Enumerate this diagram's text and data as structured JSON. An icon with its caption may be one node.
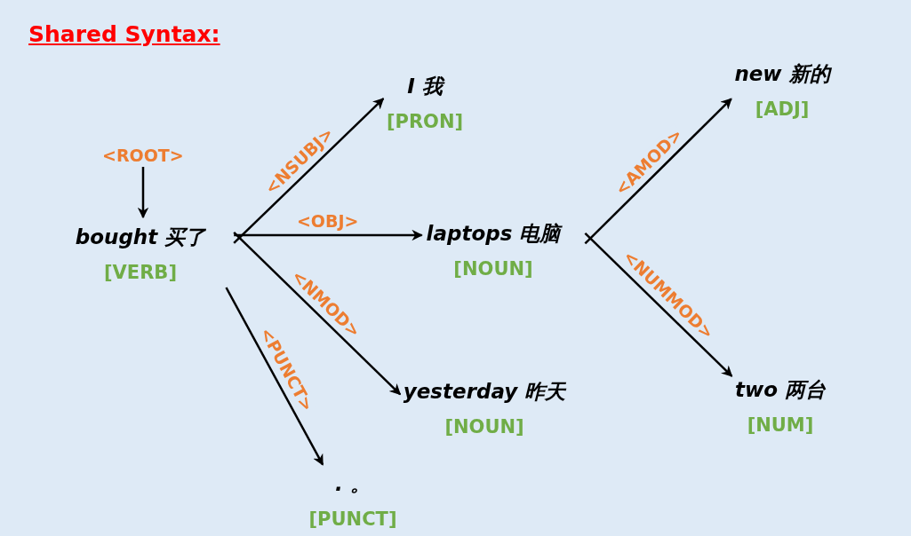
{
  "diagram": {
    "title": "Shared Syntax:",
    "nodes": [
      {
        "text": [
          "bought 买了",
          "[VERB]"
        ]
      },
      {
        "text": [
          "I 我",
          "[PRON]"
        ]
      },
      {
        "text": [
          "laptops 电脑",
          "[NOUN]"
        ]
      },
      {
        "text": [
          "yesterday 昨天",
          "[NOUN]"
        ]
      },
      {
        "text": [
          ". 。",
          "[PUNCT]"
        ]
      },
      {
        "text": [
          "new 新的",
          "[ADJ]"
        ]
      },
      {
        "text": [
          "two 两台",
          "[NUM]"
        ]
      }
    ],
    "edges": [
      {
        "from": null,
        "to": 0,
        "arrow": "to",
        "label": "<ROOT>"
      },
      {
        "from": 0,
        "to": 1,
        "arrow": "to",
        "label": "<NSUBJ>"
      },
      {
        "from": 0,
        "to": 2,
        "arrow": "to",
        "label": "<OBJ>"
      },
      {
        "from": 0,
        "to": 3,
        "arrow": "to",
        "label": "<NMOD>"
      },
      {
        "from": 0,
        "to": 4,
        "arrow": "to",
        "label": "<PUNCT>"
      },
      {
        "from": 2,
        "to": 5,
        "arrow": "to",
        "label": "<AMOD>"
      },
      {
        "from": 2,
        "to": 6,
        "arrow": "to",
        "label": "<NUMMOD>"
      }
    ]
  }
}
